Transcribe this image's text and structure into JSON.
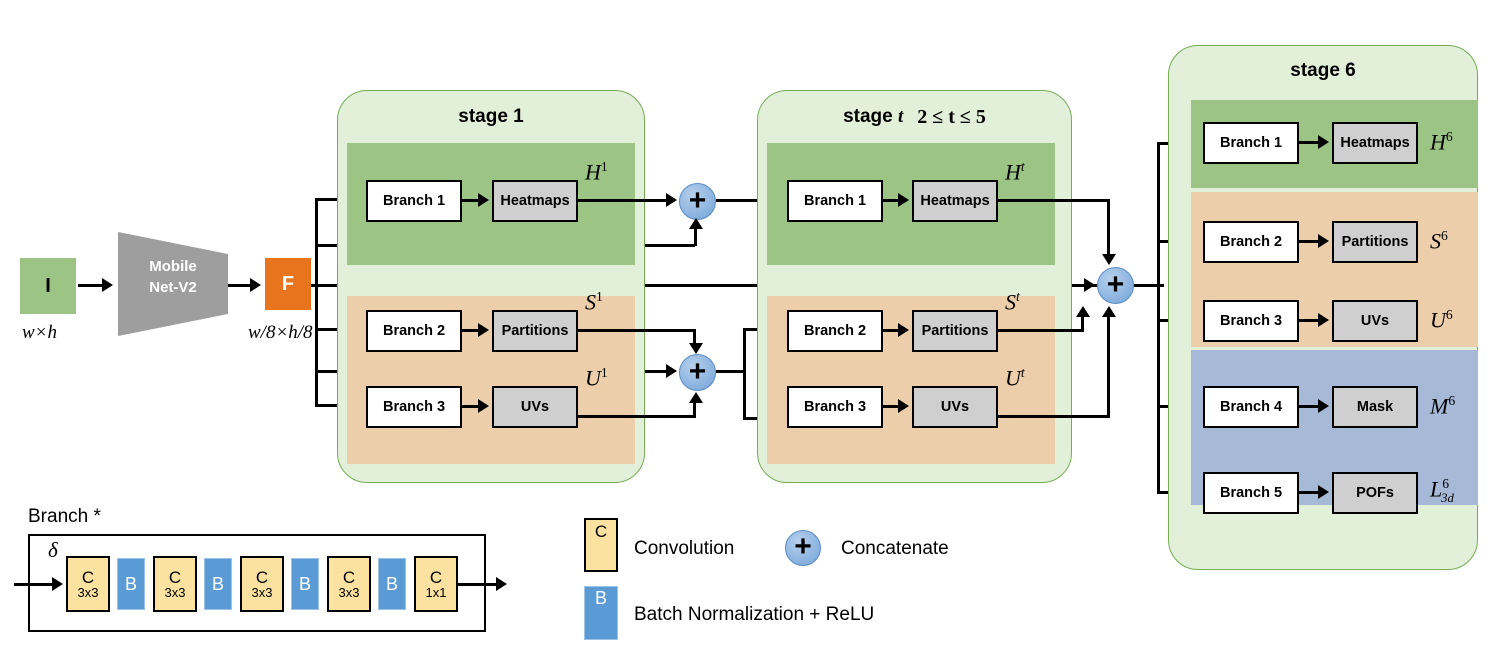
{
  "input": {
    "image_label": "I",
    "image_dims": "w×h",
    "backbone_label": "Mobile\nNet-V2",
    "backbone_line1": "Mobile",
    "backbone_line2": "Net-V2",
    "feature_label": "F",
    "feature_dims": "w/8×h/8"
  },
  "stages": [
    {
      "id": "stage-1",
      "title": "stage 1",
      "subtitle": "",
      "rows": [
        {
          "branch": "Branch 1",
          "output": "Heatmaps",
          "symbol": "H",
          "sup": "1",
          "sub": "",
          "band": "green"
        },
        {
          "branch": "Branch 2",
          "output": "Partitions",
          "symbol": "S",
          "sup": "1",
          "sub": "",
          "band": "orange"
        },
        {
          "branch": "Branch 3",
          "output": "UVs",
          "symbol": "U",
          "sup": "1",
          "sub": "",
          "band": "orange"
        }
      ]
    },
    {
      "id": "stage-t",
      "title": "stage t",
      "title_main": "stage",
      "title_var": "t",
      "subtitle": "2 ≤ t ≤ 5",
      "rows": [
        {
          "branch": "Branch 1",
          "output": "Heatmaps",
          "symbol": "H",
          "sup": "t",
          "sub": "",
          "band": "green"
        },
        {
          "branch": "Branch 2",
          "output": "Partitions",
          "symbol": "S",
          "sup": "t",
          "sub": "",
          "band": "orange"
        },
        {
          "branch": "Branch 3",
          "output": "UVs",
          "symbol": "U",
          "sup": "t",
          "sub": "",
          "band": "orange"
        }
      ]
    },
    {
      "id": "stage-6",
      "title": "stage 6",
      "subtitle": "",
      "rows": [
        {
          "branch": "Branch 1",
          "output": "Heatmaps",
          "symbol": "H",
          "sup": "6",
          "sub": "",
          "band": "green"
        },
        {
          "branch": "Branch 2",
          "output": "Partitions",
          "symbol": "S",
          "sup": "6",
          "sub": "",
          "band": "orange"
        },
        {
          "branch": "Branch 3",
          "output": "UVs",
          "symbol": "U",
          "sup": "6",
          "sub": "",
          "band": "orange"
        },
        {
          "branch": "Branch 4",
          "output": "Mask",
          "symbol": "M",
          "sup": "6",
          "sub": "",
          "band": "blue"
        },
        {
          "branch": "Branch 5",
          "output": "POFs",
          "symbol": "L",
          "sup": "6",
          "sub": "3d",
          "band": "blue"
        }
      ]
    }
  ],
  "branch_detail": {
    "title": "Branch *",
    "delta": "δ",
    "blocks": [
      {
        "type": "conv",
        "letter": "C",
        "kernel": "3x3"
      },
      {
        "type": "bn",
        "letter": "B",
        "kernel": ""
      },
      {
        "type": "conv",
        "letter": "C",
        "kernel": "3x3"
      },
      {
        "type": "bn",
        "letter": "B",
        "kernel": ""
      },
      {
        "type": "conv",
        "letter": "C",
        "kernel": "3x3"
      },
      {
        "type": "bn",
        "letter": "B",
        "kernel": ""
      },
      {
        "type": "conv",
        "letter": "C",
        "kernel": "3x3"
      },
      {
        "type": "bn",
        "letter": "B",
        "kernel": ""
      },
      {
        "type": "conv",
        "letter": "C",
        "kernel": "1x1"
      }
    ]
  },
  "legend": {
    "conv_letter": "C",
    "conv_text": "Convolution",
    "concat_symbol": "+",
    "concat_text": "Concatenate",
    "bn_letter": "B",
    "bn_text": "Batch Normalization + ReLU"
  },
  "colors": {
    "stage_bg": "#e2efd9",
    "stage_border": "#76ac55",
    "band_green": "#9cc484",
    "band_orange": "#ecceaa",
    "band_blue": "#a6bad8",
    "output_box": "#cfcfcf",
    "conv": "#fbe2a0",
    "bn": "#5b9bd5",
    "concat": "#8cb4e0",
    "feature": "#e8741e",
    "backbone": "#9e9e9e"
  }
}
